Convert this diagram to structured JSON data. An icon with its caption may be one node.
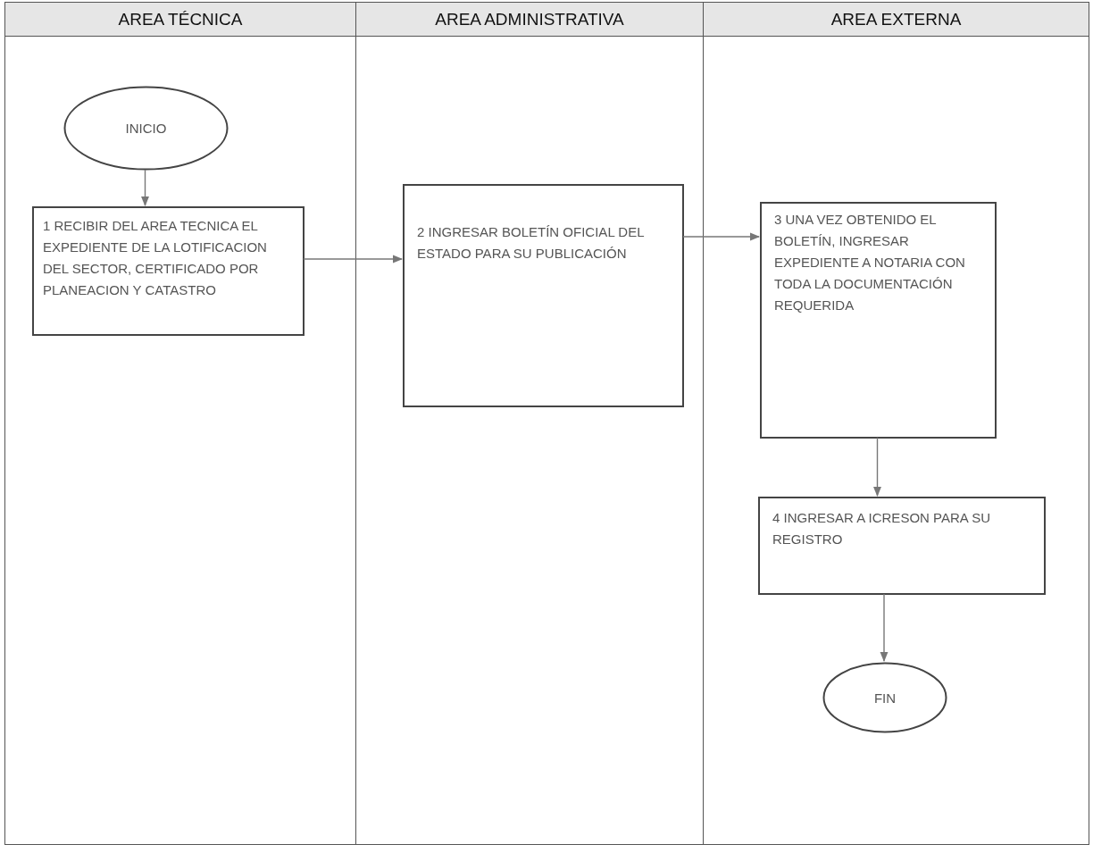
{
  "diagram": {
    "nodes": [
      {
        "text": [
          "AREA TÉCNICA"
        ]
      },
      {
        "text": [
          "INICIO"
        ],
        "in": 0
      },
      {
        "text": [
          "1 RECIBIR DEL AREA TECNICA EL EXPEDIENTE DE LA LOTIFICACION DEL SECTOR, CERTIFICADO POR PLANEACION Y CATASTRO"
        ],
        "in": 0
      },
      {
        "text": [
          "AREA ADMINISTRATIVA"
        ]
      },
      {
        "text": [
          "2 INGRESAR BOLETÍN OFICIAL DEL ESTADO PARA SU PUBLICACIÓN"
        ],
        "in": 3
      },
      {
        "text": [
          "AREA EXTERNA"
        ]
      },
      {
        "text": [
          "3 UNA VEZ OBTENIDO EL BOLETÍN, INGRESAR EXPEDIENTE A NOTARIA CON TODA LA DOCUMENTACIÓN REQUERIDA"
        ],
        "in": 5
      },
      {
        "text": [
          "4 INGRESAR A ICRESON PARA SU REGISTRO"
        ],
        "in": 5
      },
      {
        "text": [
          "FIN"
        ],
        "in": 5
      }
    ],
    "edges": [
      {
        "from": 1,
        "to": 2,
        "arrow": "to"
      },
      {
        "from": 2,
        "to": 4,
        "arrow": "to"
      },
      {
        "from": 4,
        "to": 6,
        "arrow": "to"
      },
      {
        "from": 6,
        "to": 7,
        "arrow": "to"
      },
      {
        "from": 7,
        "to": 8,
        "arrow": "to"
      }
    ]
  }
}
